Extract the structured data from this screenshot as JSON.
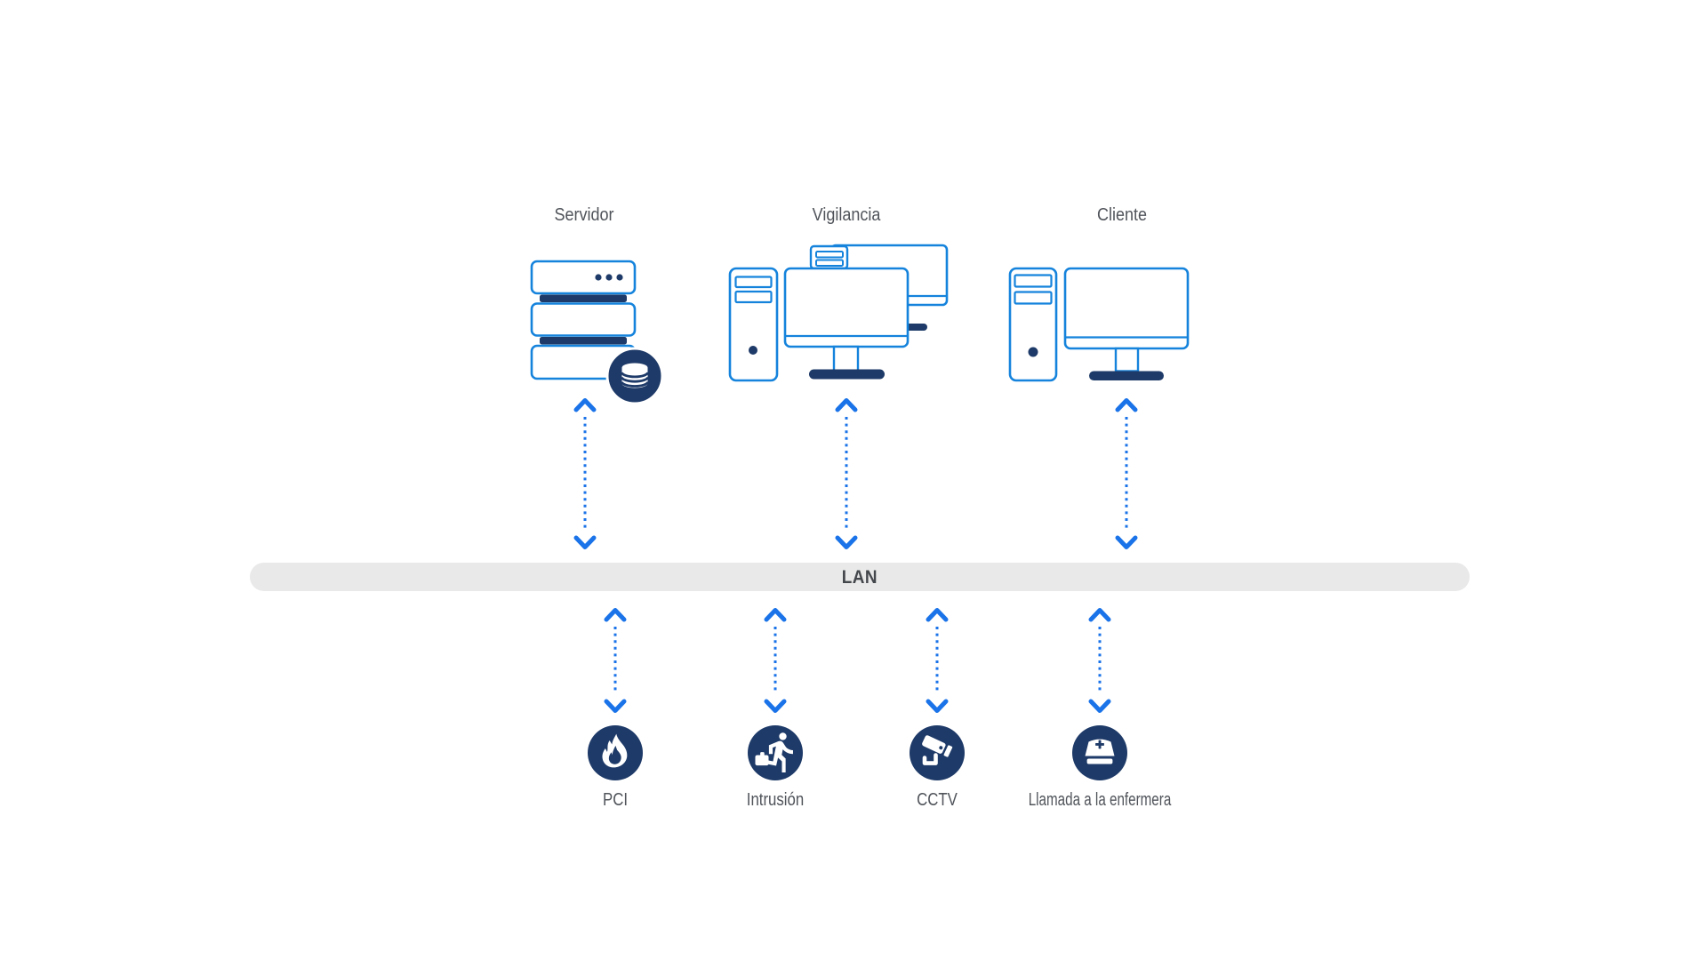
{
  "diagram": {
    "colors": {
      "device_outline_blue": "#1583dc",
      "navy": "#1e3a68",
      "arrow_blue": "#1a73e8",
      "lan_bar_gray": "#e9e9e9",
      "label_gray": "#50545a",
      "lan_text_gray": "#44474c"
    },
    "devices": [
      {
        "id": "servidor",
        "label": "Servidor",
        "icon": "server-rack-with-database-icon"
      },
      {
        "id": "vigilancia",
        "label": "Vigilancia",
        "icon": "surveillance-workstation-icon"
      },
      {
        "id": "cliente",
        "label": "Cliente",
        "icon": "client-workstation-icon"
      }
    ],
    "lan": {
      "label": "LAN"
    },
    "endpoints": [
      {
        "id": "pci",
        "label": "PCI",
        "icon": "fire-icon"
      },
      {
        "id": "intrusion",
        "label": "Intrusión",
        "icon": "running-person-icon"
      },
      {
        "id": "cctv",
        "label": "CCTV",
        "icon": "cctv-camera-icon"
      },
      {
        "id": "nurse_call",
        "label": "Llamada a la enfermera",
        "icon": "nurse-cap-icon"
      }
    ]
  }
}
